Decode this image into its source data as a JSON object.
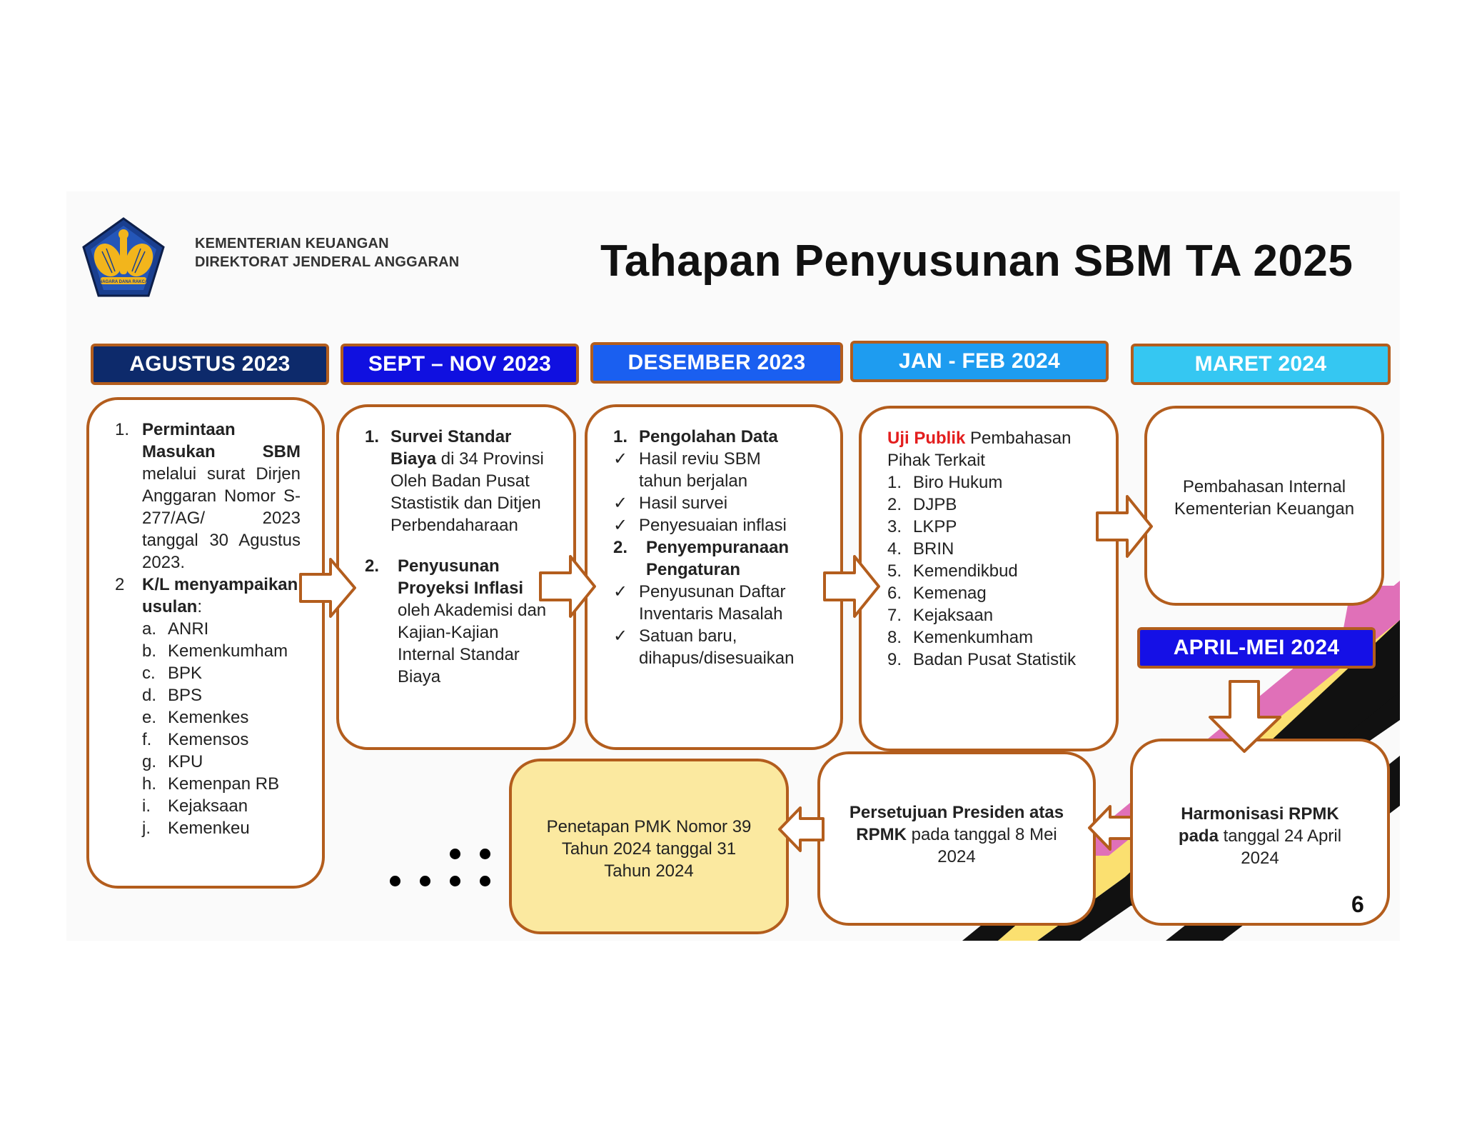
{
  "header": {
    "org_line1": "KEMENTERIAN KEUANGAN",
    "org_line2": "DIREKTORAT JENDERAL ANGGARAN",
    "title": "Tahapan Penyusunan SBM TA 2025",
    "logo_ribbon": "NAGARA DANA RAKCA"
  },
  "stages": {
    "s1": "AGUSTUS 2023",
    "s2": "SEPT – NOV 2023",
    "s3": "DESEMBER 2023",
    "s4": "JAN - FEB 2024",
    "s5": "MARET 2024",
    "s6": "APRIL-MEI 2024"
  },
  "box1": {
    "n1": "1.",
    "b1": "Permintaan Masukan SBM",
    "t1": "melalui surat Dirjen Anggaran Nomor S-277/AG/ 2023 tanggal 30 Agustus 2023.",
    "n2": "2",
    "b2": "K/L menyampaikan usulan",
    "t2": ":",
    "items": [
      {
        "k": "a.",
        "v": "ANRI"
      },
      {
        "k": "b.",
        "v": "Kemenkumham"
      },
      {
        "k": "c.",
        "v": "BPK"
      },
      {
        "k": "d.",
        "v": "BPS"
      },
      {
        "k": "e.",
        "v": "Kemenkes"
      },
      {
        "k": "f.",
        "v": "Kemensos"
      },
      {
        "k": "g.",
        "v": "KPU"
      },
      {
        "k": "h.",
        "v": "Kemenpan RB"
      },
      {
        "k": "i.",
        "v": "Kejaksaan"
      },
      {
        "k": "j.",
        "v": "Kemenkeu"
      }
    ]
  },
  "box2": {
    "n1": "1.",
    "b1": "Survei Standar Biaya",
    "t1": " di 34 Provinsi Oleh Badan Pusat Stastistik dan Ditjen Perbendaharaan",
    "n2": "2.",
    "b2": "Penyusunan Proyeksi Inflasi",
    "t2": " oleh Akademisi dan Kajian-Kajian Internal Standar Biaya"
  },
  "box3": {
    "n1": "1.",
    "b1": "Pengolahan Data",
    "checks1": [
      "Hasil reviu SBM tahun berjalan",
      "Hasil survei",
      "Penyesuaian inflasi"
    ],
    "n2": "2.",
    "b2": "Penyempuranaan Pengaturan",
    "checks2": [
      "Penyusunan Daftar Inventaris Masalah",
      "Satuan baru, dihapus/disesuaikan"
    ],
    "check_mark": "✓"
  },
  "box4": {
    "red": "Uji Publik",
    "t1": " Pembahasan Pihak Terkait",
    "items": [
      {
        "k": "1.",
        "v": "Biro Hukum"
      },
      {
        "k": "2.",
        "v": "DJPB"
      },
      {
        "k": "3.",
        "v": "LKPP"
      },
      {
        "k": "4.",
        "v": "BRIN"
      },
      {
        "k": "5.",
        "v": "Kemendikbud"
      },
      {
        "k": "6.",
        "v": "Kemenag"
      },
      {
        "k": "7.",
        "v": "Kejaksaan"
      },
      {
        "k": "8.",
        "v": "Kemenkumham"
      },
      {
        "k": "9.",
        "v": "Badan Pusat Statistik"
      }
    ]
  },
  "box5": {
    "text": "Pembahasan Internal Kementerian Keuangan"
  },
  "box6": {
    "b1": "Harmonisasi RPMK",
    "b2": "pada",
    "t": " tanggal 24 April 2024"
  },
  "box7": {
    "b1": "Persetujuan Presiden atas",
    "b2": "RPMK",
    "t": " pada tanggal 8 Mei 2024"
  },
  "box8": {
    "text": "Penetapan PMK Nomor 39 Tahun 2024 tanggal 31 Tahun 2024"
  },
  "page_number": "6",
  "colors": {
    "stage1": "#0d2a6b",
    "stage2": "#1010e0",
    "stage3": "#1a5ff0",
    "stage4": "#1e9cf0",
    "stage5": "#35c7f2",
    "stage6": "#1510e6",
    "border": "#b35d1d",
    "yellow_box": "#fbe9a0",
    "pink_stripe": "#e070b8",
    "yellow_stripe": "#fbe070"
  }
}
